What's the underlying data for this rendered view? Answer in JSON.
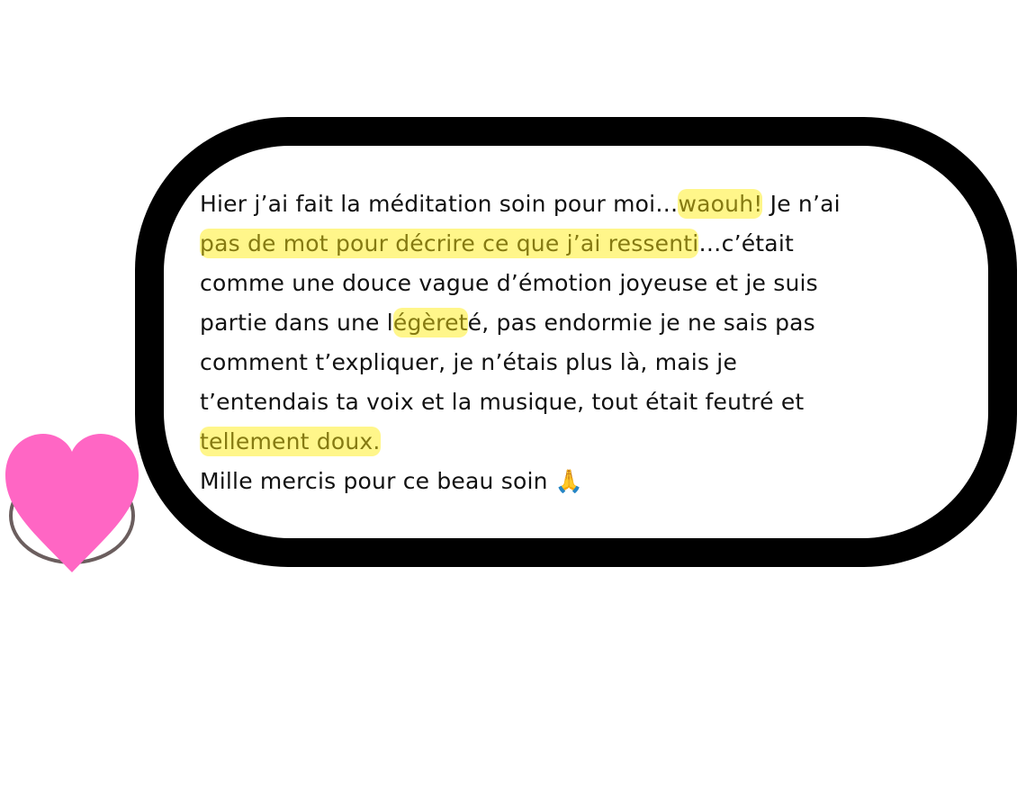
{
  "testimonial": {
    "lines": [
      [
        {
          "t": "Hier j’ai fait la méditation soin pour moi…",
          "hl": false
        },
        {
          "t": "waouh!",
          "hl": true
        },
        {
          "t": " Je n’ai",
          "hl": false
        }
      ],
      [
        {
          "t": "pas de mot pour décrire ce que j’ai ressenti",
          "hl": true
        },
        {
          "t": "…c’était",
          "hl": false
        }
      ],
      [
        {
          "t": "comme une douce vague d’émotion joyeuse et je suis",
          "hl": false
        }
      ],
      [
        {
          "t": "partie dans une l",
          "hl": false
        },
        {
          "t": "égèret",
          "hl": true
        },
        {
          "t": "é, pas endormie je ne sais pas",
          "hl": false
        }
      ],
      [
        {
          "t": "comment t’expliquer, je n’étais plus là, mais je",
          "hl": false
        }
      ],
      [
        {
          "t": "t’entendais ta voix et la musique, tout était feutré et",
          "hl": false
        }
      ],
      [
        {
          "t": "tellement doux. ",
          "hl": true
        }
      ],
      [
        {
          "t": "Mille mercis pour ce beau soin 🙏",
          "hl": false
        }
      ]
    ]
  },
  "colors": {
    "highlight": "#fff68a",
    "highlight_text": "#857a12",
    "heart": "#ff66c4",
    "ring": "#6b5e5e",
    "frame": "#000000"
  },
  "icons": {
    "heart": "heart-icon",
    "ring": "circle-outline"
  }
}
